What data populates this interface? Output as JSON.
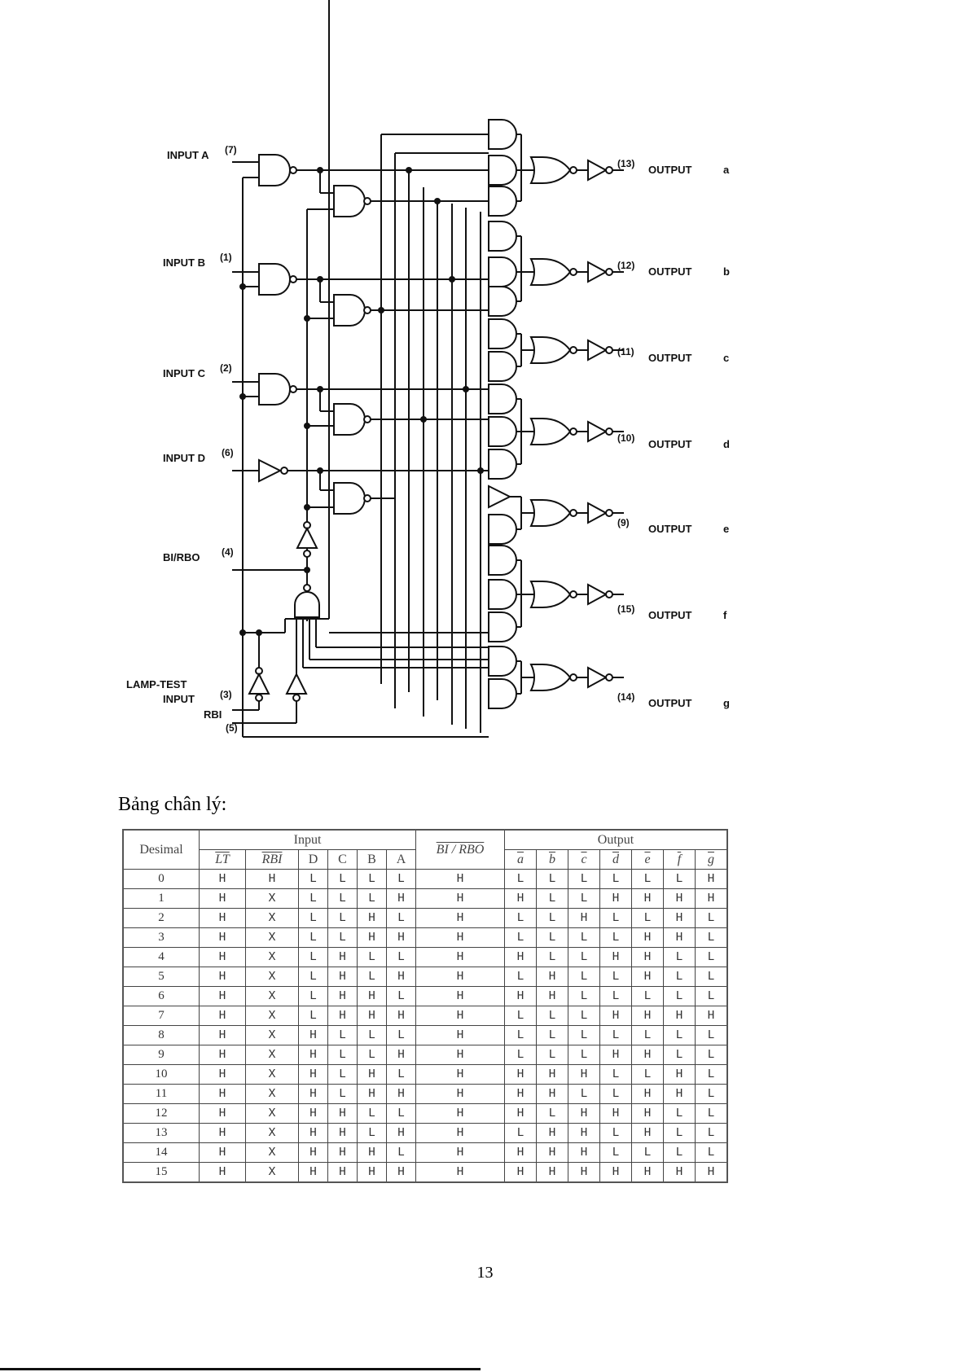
{
  "diagram": {
    "top_label_partial": "...",
    "inputs": [
      {
        "name": "INPUT A",
        "pin": "(7)"
      },
      {
        "name": "INPUT B",
        "pin": "(1)"
      },
      {
        "name": "INPUT C",
        "pin": "(2)"
      },
      {
        "name": "INPUT D",
        "pin": "(6)"
      },
      {
        "name": "BI/RBO",
        "pin": "(4)"
      },
      {
        "name": "LAMP-TEST",
        "name2": "INPUT",
        "pin": "(3)"
      },
      {
        "name": "RBI",
        "pin": "(5)"
      }
    ],
    "outputs": [
      {
        "pin": "(13)",
        "label": "OUTPUT",
        "segment": "a"
      },
      {
        "pin": "(12)",
        "label": "OUTPUT",
        "segment": "b"
      },
      {
        "pin": "(11)",
        "label": "OUTPUT",
        "segment": "c"
      },
      {
        "pin": "(10)",
        "label": "OUTPUT",
        "segment": "d"
      },
      {
        "pin": "(9)",
        "label": "OUTPUT",
        "segment": "e"
      },
      {
        "pin": "(15)",
        "label": "OUTPUT",
        "segment": "f"
      },
      {
        "pin": "(14)",
        "label": "OUTPUT",
        "segment": "g"
      }
    ]
  },
  "caption": "Bảng chân lý:",
  "table": {
    "header_decimal": "Desimal",
    "header_input": "Input",
    "header_bi": "BI / RBO",
    "header_output": "Output",
    "input_cols": [
      "LT",
      "RBI",
      "D",
      "C",
      "B",
      "A"
    ],
    "input_cols_overline": [
      true,
      true,
      false,
      false,
      false,
      false
    ],
    "output_cols": [
      "a",
      "b",
      "c",
      "d",
      "e",
      "f",
      "g"
    ],
    "rows": [
      {
        "dec": "0",
        "in": [
          "H",
          "H",
          "L",
          "L",
          "L",
          "L"
        ],
        "bi": "H",
        "out": [
          "L",
          "L",
          "L",
          "L",
          "L",
          "L",
          "H"
        ]
      },
      {
        "dec": "1",
        "in": [
          "H",
          "X",
          "L",
          "L",
          "L",
          "H"
        ],
        "bi": "H",
        "out": [
          "H",
          "L",
          "L",
          "H",
          "H",
          "H",
          "H"
        ]
      },
      {
        "dec": "2",
        "in": [
          "H",
          "X",
          "L",
          "L",
          "H",
          "L"
        ],
        "bi": "H",
        "out": [
          "L",
          "L",
          "H",
          "L",
          "L",
          "H",
          "L"
        ]
      },
      {
        "dec": "3",
        "in": [
          "H",
          "X",
          "L",
          "L",
          "H",
          "H"
        ],
        "bi": "H",
        "out": [
          "L",
          "L",
          "L",
          "L",
          "H",
          "H",
          "L"
        ]
      },
      {
        "dec": "4",
        "in": [
          "H",
          "X",
          "L",
          "H",
          "L",
          "L"
        ],
        "bi": "H",
        "out": [
          "H",
          "L",
          "L",
          "H",
          "H",
          "L",
          "L"
        ]
      },
      {
        "dec": "5",
        "in": [
          "H",
          "X",
          "L",
          "H",
          "L",
          "H"
        ],
        "bi": "H",
        "out": [
          "L",
          "H",
          "L",
          "L",
          "H",
          "L",
          "L"
        ]
      },
      {
        "dec": "6",
        "in": [
          "H",
          "X",
          "L",
          "H",
          "H",
          "L"
        ],
        "bi": "H",
        "out": [
          "H",
          "H",
          "L",
          "L",
          "L",
          "L",
          "L"
        ]
      },
      {
        "dec": "7",
        "in": [
          "H",
          "X",
          "L",
          "H",
          "H",
          "H"
        ],
        "bi": "H",
        "out": [
          "L",
          "L",
          "L",
          "H",
          "H",
          "H",
          "H"
        ]
      },
      {
        "dec": "8",
        "in": [
          "H",
          "X",
          "H",
          "L",
          "L",
          "L"
        ],
        "bi": "H",
        "out": [
          "L",
          "L",
          "L",
          "L",
          "L",
          "L",
          "L"
        ]
      },
      {
        "dec": "9",
        "in": [
          "H",
          "X",
          "H",
          "L",
          "L",
          "H"
        ],
        "bi": "H",
        "out": [
          "L",
          "L",
          "L",
          "H",
          "H",
          "L",
          "L"
        ]
      },
      {
        "dec": "10",
        "in": [
          "H",
          "X",
          "H",
          "L",
          "H",
          "L"
        ],
        "bi": "H",
        "out": [
          "H",
          "H",
          "H",
          "L",
          "L",
          "H",
          "L"
        ]
      },
      {
        "dec": "11",
        "in": [
          "H",
          "X",
          "H",
          "L",
          "H",
          "H"
        ],
        "bi": "H",
        "out": [
          "H",
          "H",
          "L",
          "L",
          "H",
          "H",
          "L"
        ]
      },
      {
        "dec": "12",
        "in": [
          "H",
          "X",
          "H",
          "H",
          "L",
          "L"
        ],
        "bi": "H",
        "out": [
          "H",
          "L",
          "H",
          "H",
          "H",
          "L",
          "L"
        ]
      },
      {
        "dec": "13",
        "in": [
          "H",
          "X",
          "H",
          "H",
          "L",
          "H"
        ],
        "bi": "H",
        "out": [
          "L",
          "H",
          "H",
          "L",
          "H",
          "L",
          "L"
        ]
      },
      {
        "dec": "14",
        "in": [
          "H",
          "X",
          "H",
          "H",
          "H",
          "L"
        ],
        "bi": "H",
        "out": [
          "H",
          "H",
          "H",
          "L",
          "L",
          "L",
          "L"
        ]
      },
      {
        "dec": "15",
        "in": [
          "H",
          "X",
          "H",
          "H",
          "H",
          "H"
        ],
        "bi": "H",
        "out": [
          "H",
          "H",
          "H",
          "H",
          "H",
          "H",
          "H"
        ]
      }
    ]
  },
  "page_number": "13"
}
